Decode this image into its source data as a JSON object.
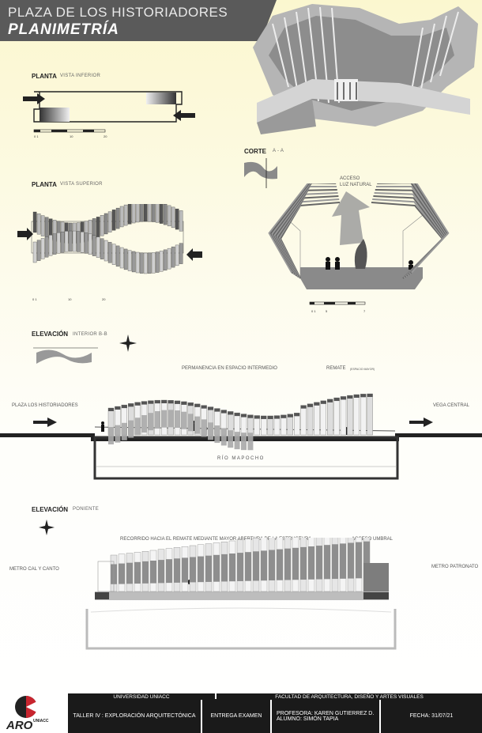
{
  "header": {
    "title": "PLAZA DE LOS HISTORIADORES",
    "subtitle": "PLANIMETRÍA"
  },
  "planta_inferior": {
    "title": "PLANTA",
    "view": "VISTA INFERIOR",
    "scale": [
      "0 1",
      "10",
      "20"
    ]
  },
  "planta_superior": {
    "title": "PLANTA",
    "view": "VISTA SUPERIOR",
    "scale": [
      "0 1",
      "10",
      "20"
    ]
  },
  "corte": {
    "title": "CORTE",
    "label": "A - A",
    "annotation": "ACCESO\nLUZ NATURAL",
    "scale": [
      "0 1",
      "5",
      "7"
    ]
  },
  "elevacion_interior": {
    "title": "ELEVACIÓN",
    "view": "INTERIOR  B-B",
    "note_permanencia": "PERMANENCIA EN ESPACIO  INTERMEDIO",
    "note_remate": "REMATE",
    "note_remate_small": "(ESPACIO MAYOR)",
    "left_label": "PLAZA LOS HISTORIADORES",
    "right_label": "VEGA CENTRAL",
    "river": "RÍO  MAPOCHO"
  },
  "elevacion_poniente": {
    "title": "ELEVACIÓN",
    "view": "PONIENTE",
    "note_recorrido": "RECORRIDO HACIA EL REMATE MEDIANTE MAYOR ABERTURA DE LA ESTRUCTURA",
    "note_acceso": "ACCESO UMBRAL",
    "left_label": "METRO  CAL Y CANTO",
    "right_label": "METRO  PATRONATO"
  },
  "footer": {
    "logo_text": "ARO",
    "logo_sub": "UNIACC",
    "university": "UNIVERSIDAD  UNIACC",
    "faculty": "FACULTAD DE ARQUITECTURA, DISEÑO Y ARTES VISUALES",
    "course": "TALLER IV : EXPLORACIÓN ARQUITECTÓNICA",
    "delivery": "ENTREGA  EXAMEN",
    "professor": "PROFESORA: KAREN GUTIERREZ D.",
    "student": "ALUMNO: SIMÓN TAPIA",
    "date": "FECHA: 31/07/21"
  }
}
